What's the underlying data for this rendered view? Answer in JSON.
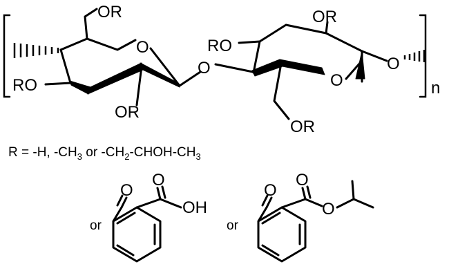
{
  "polymer": {
    "ring1": {
      "top_substituent": "OR",
      "ring_oxygen": "O",
      "left_substituent": "RO",
      "bottom_substituent": "OR"
    },
    "glycosidic_oxygen": "O",
    "ring2": {
      "top_substituent": "OR",
      "left_substituent": "RO",
      "ring_oxygen": "O",
      "exit_oxygen": "O",
      "bottom_substituent": "OR"
    },
    "repeat_subscript": "n"
  },
  "r_definition": {
    "prefix": "R = -H, -CH",
    "sub1": "3",
    "mid1": " or -CH",
    "sub2": "2",
    "mid2": "-CHOH-CH",
    "sub3": "3"
  },
  "alternatives": {
    "connector1": "or",
    "connector2": "or",
    "molecule1": {
      "aldehyde_oxygen": "O",
      "carbonyl_oxygen": "O",
      "acid_group": "OH"
    },
    "molecule2": {
      "aldehyde_oxygen": "O",
      "carbonyl_oxygen": "O",
      "ester_oxygen": "O"
    }
  }
}
